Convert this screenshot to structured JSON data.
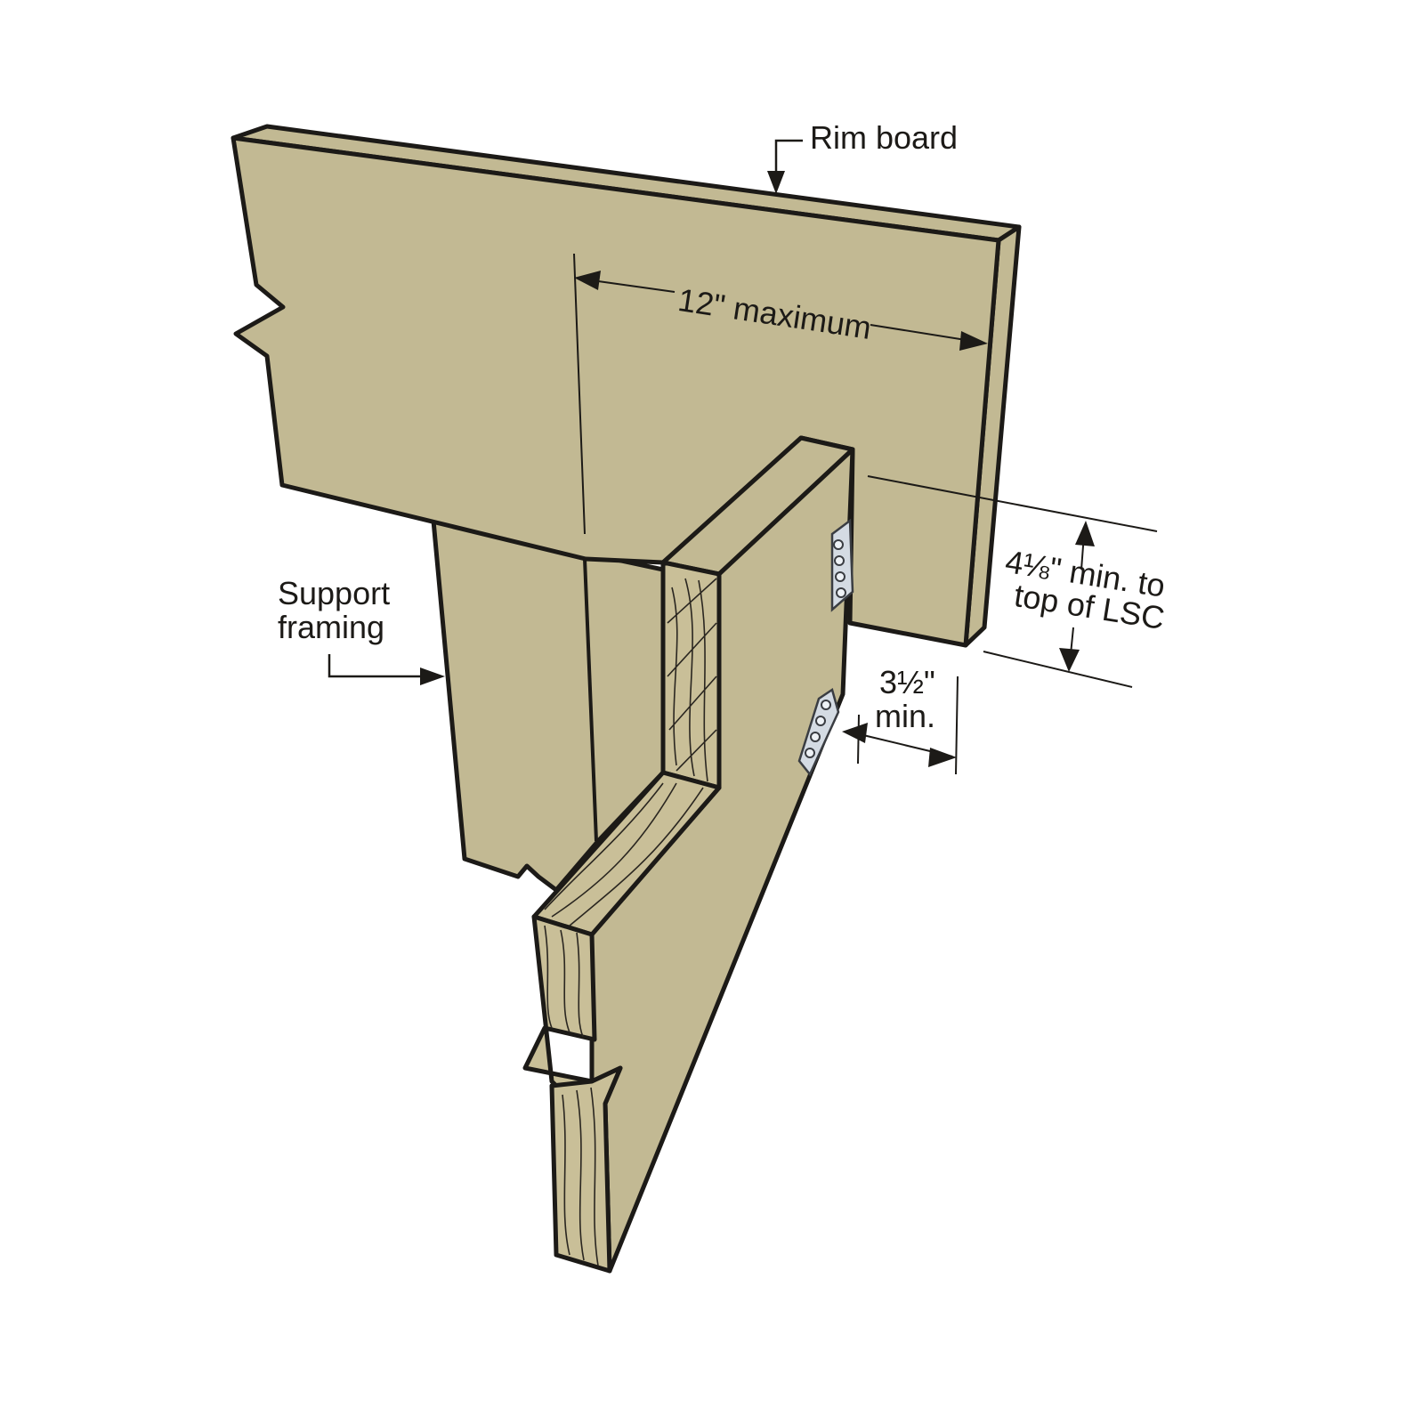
{
  "labels": {
    "rim_board": "Rim board",
    "span": "12\" maximum",
    "support_framing_line1": "Support",
    "support_framing_line2": "framing",
    "height_line1": "4⅛\" min. to",
    "height_line2": "top of LSC",
    "depth_line1": "3½\"",
    "depth_line2": "min."
  },
  "colors": {
    "wood": "#c2b993",
    "outline": "#1c1a17",
    "hanger": "#d4dbe3"
  }
}
